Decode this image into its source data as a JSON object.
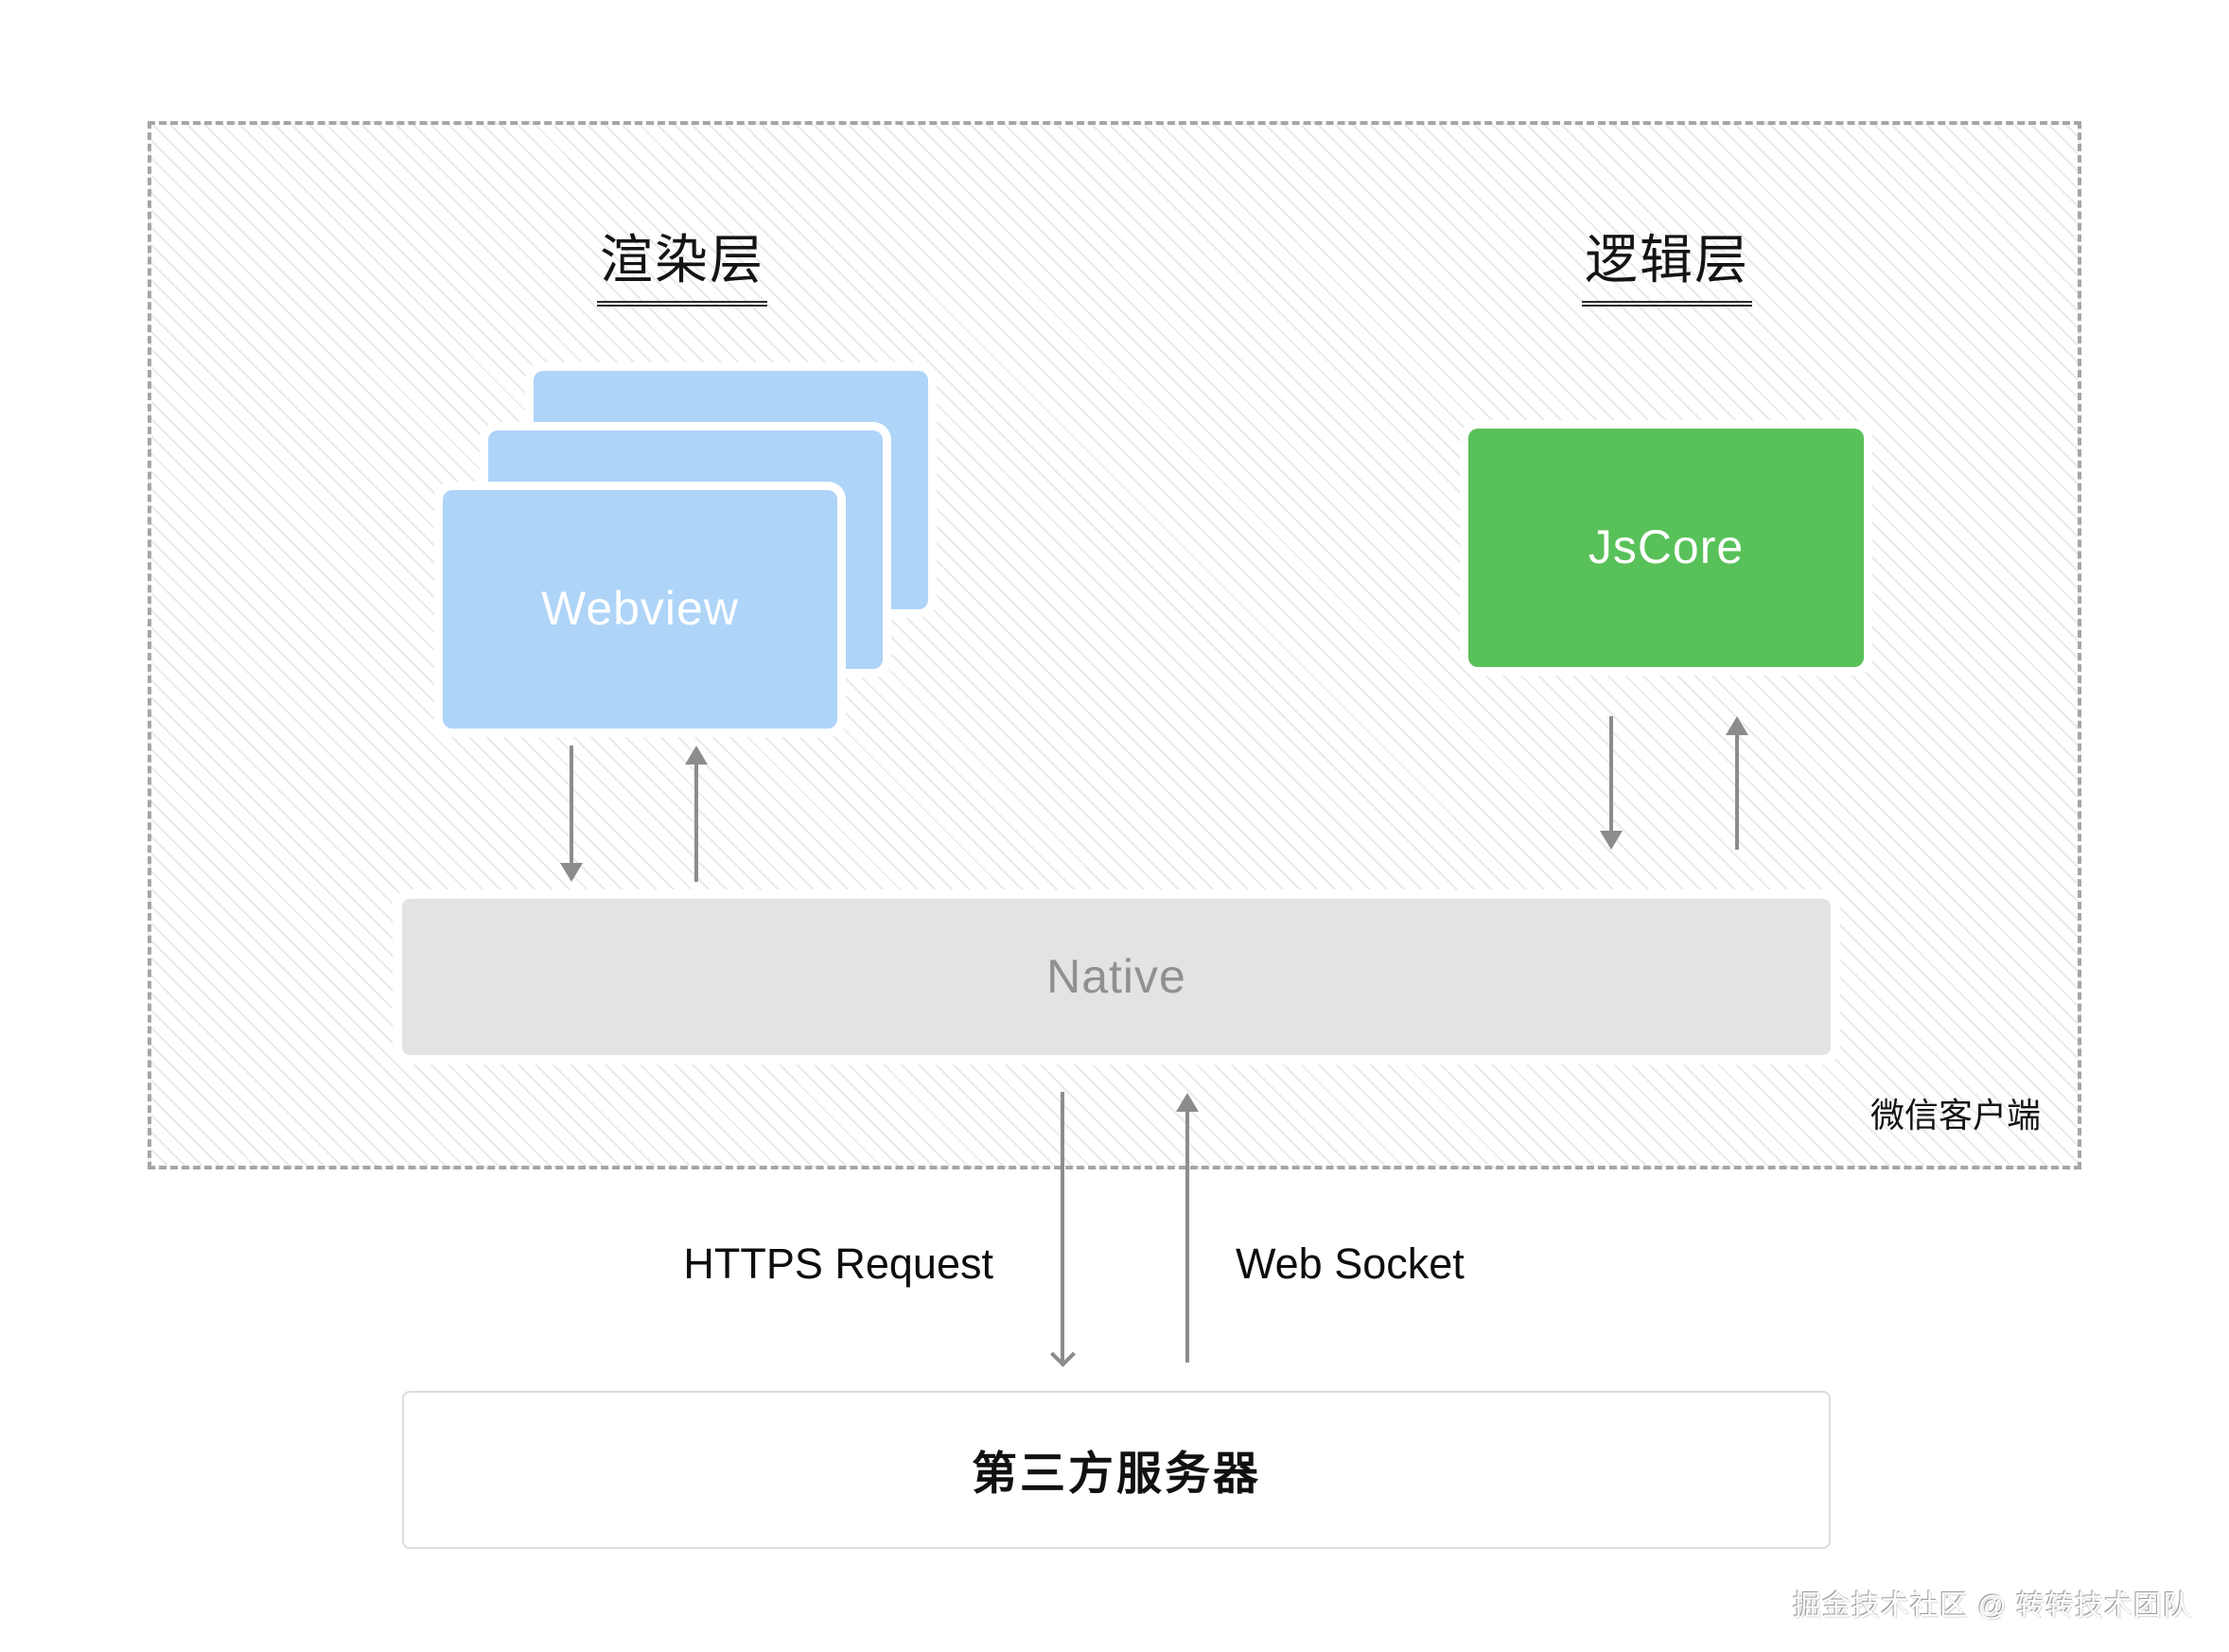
{
  "wechat_client": {
    "label": "微信客户端",
    "render_layer": {
      "title": "渲染层",
      "webview_card": {
        "label": "Webview",
        "stack_count": 3,
        "color": "#aed4f8"
      }
    },
    "logic_layer": {
      "title": "逻辑层",
      "jscore_card": {
        "label": "JsCore",
        "color": "#59c159"
      }
    },
    "native_bar": {
      "label": "Native",
      "color": "#e3e3e3",
      "text_color": "#909090"
    }
  },
  "network": {
    "https_label": "HTTPS Request",
    "websocket_label": "Web Socket"
  },
  "server_box": {
    "label": "第三方服务器"
  },
  "watermark": {
    "text": "掘金技术社区 @ 转转技术团队"
  },
  "colors": {
    "arrow": "#8c8c8c",
    "hatch_line": "#e9e9e9",
    "dashed_border": "#a6a6a6",
    "webview_blue": "#aed4f8",
    "jscore_green": "#59c159",
    "native_gray": "#e3e3e3"
  }
}
